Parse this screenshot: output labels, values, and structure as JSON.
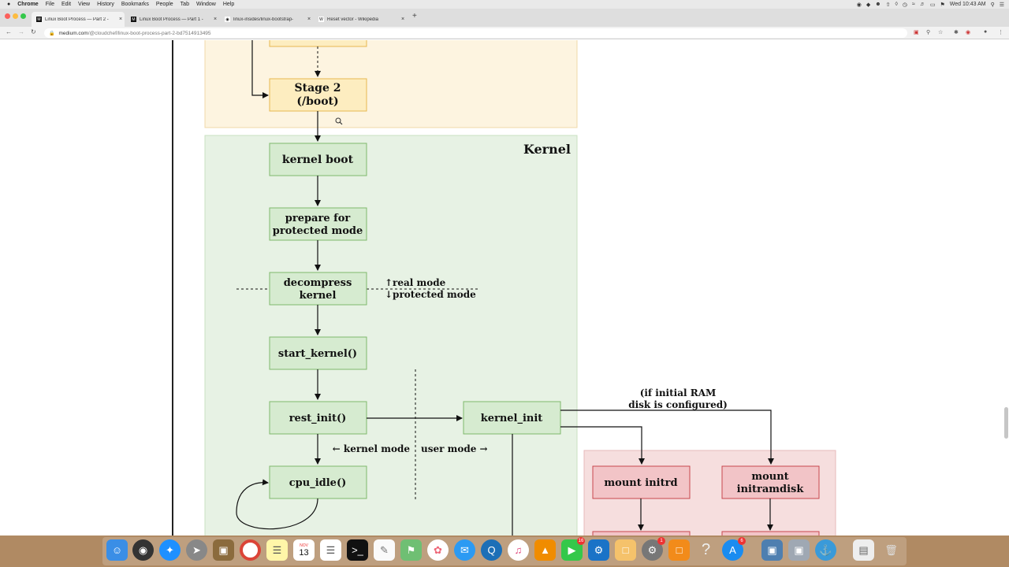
{
  "menubar": {
    "apple": "",
    "app": "Chrome",
    "items": [
      "File",
      "Edit",
      "View",
      "History",
      "Bookmarks",
      "People",
      "Tab",
      "Window",
      "Help"
    ],
    "clock": "Wed 10:43 AM"
  },
  "tabs": [
    {
      "favicon": "M",
      "title": "Linux Boot Process — Part 2 -",
      "active": true
    },
    {
      "favicon": "M",
      "title": "Linux Boot Process — Part 1 -",
      "active": false
    },
    {
      "favicon": "◉",
      "title": "linux-insides/linux-bootstrap-",
      "active": false
    },
    {
      "favicon": "W",
      "title": "Reset vector - Wikipedia",
      "active": false
    }
  ],
  "newtab": "+",
  "address": {
    "domain": "medium.com",
    "path": "/@cloudchef/linux-boot-process-part-2-bd7514913495"
  },
  "diagram": {
    "stage2": "Stage 2",
    "stage2_sub": "(/boot)",
    "kernel_title": "Kernel",
    "kernel_boot": "kernel boot",
    "prepare_1": "prepare for",
    "prepare_2": "protected mode",
    "decompress_1": "decompress",
    "decompress_2": "kernel",
    "real_mode": "↑real mode",
    "protected_mode": "↓protected mode",
    "start_kernel": "start_kernel()",
    "rest_init": "rest_init()",
    "kernel_mode": "← kernel mode",
    "user_mode": "user mode →",
    "cpu_idle": "cpu_idle()",
    "kernel_init": "kernel_init",
    "ram_note_1": "(if initial RAM",
    "ram_note_2": "disk is configured)",
    "mount_initrd": "mount initrd",
    "mount_initramdisk_1": "mount",
    "mount_initramdisk_2": "initramdisk"
  },
  "dock": {
    "calendar_month": "NOV",
    "calendar_day": "13",
    "badge_facetime": "16",
    "badge_prefs": "1",
    "badge_appstore": "6",
    "help": "?"
  },
  "colors": {
    "stage_bg": "#fdf4e0",
    "stage_box": "#fdedc0",
    "stage_border": "#e6b84f",
    "kernel_bg": "#e7f2e4",
    "kernel_box": "#d6ebd0",
    "kernel_border": "#7fb86b",
    "mount_bg": "#f6dede",
    "mount_box": "#f2c4c7",
    "mount_border": "#c8474d"
  }
}
